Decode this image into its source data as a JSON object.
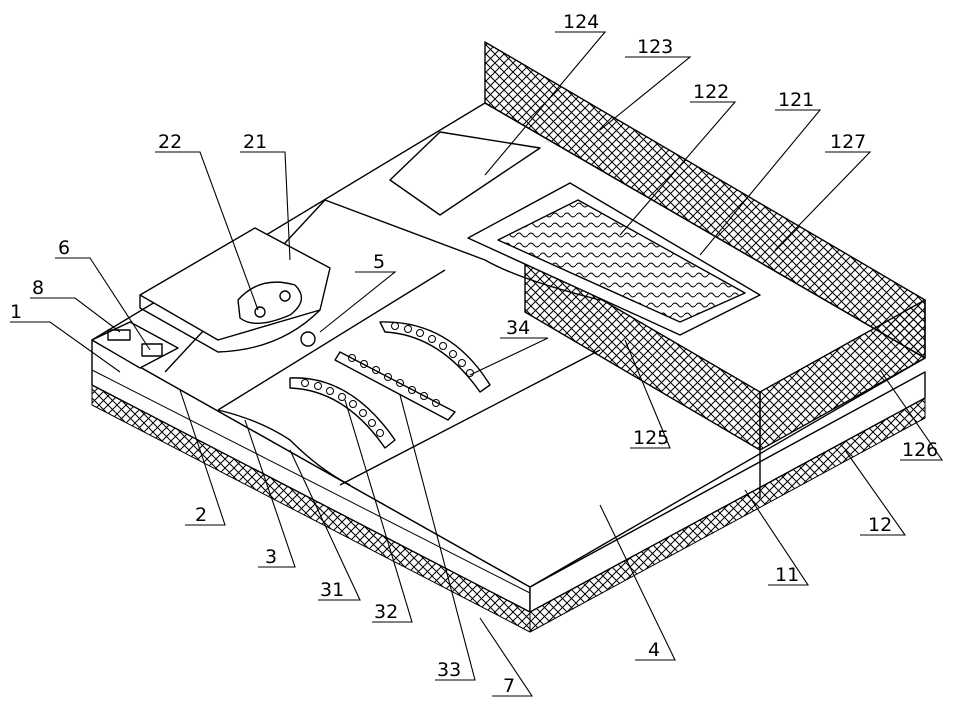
{
  "diagram": {
    "labels": {
      "l1": "1",
      "l2": "2",
      "l3": "3",
      "l4": "4",
      "l5": "5",
      "l6": "6",
      "l7": "7",
      "l8": "8",
      "l11": "11",
      "l12": "12",
      "l21": "21",
      "l22": "22",
      "l31": "31",
      "l32": "32",
      "l33": "33",
      "l34": "34",
      "l121": "121",
      "l122": "122",
      "l123": "123",
      "l124": "124",
      "l125": "125",
      "l126": "126",
      "l127": "127"
    },
    "colors": {
      "line": "#000000",
      "background": "#ffffff",
      "hatch": "#000000"
    }
  }
}
